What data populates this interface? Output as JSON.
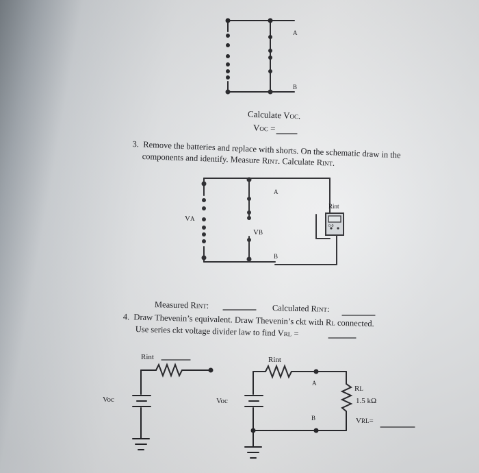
{
  "section2": {
    "node_a": "A",
    "node_b": "B",
    "calc_line": "Calculate V",
    "calc_sub": "OC",
    "calc_end": ".",
    "voc_label": "V",
    "voc_sub": "OC",
    "voc_eq": " ="
  },
  "section3": {
    "number": "3.",
    "line1": "Remove the batteries and replace with shorts.  On the schematic draw in the",
    "line2_a": "components and identify.  Measure R",
    "line2_sub1": "INT",
    "line2_b": ".  Calculate R",
    "line2_sub2": "INT",
    "line2_c": ".",
    "node_a": "A",
    "node_b": "B",
    "va_label": "V",
    "va_sub": "A",
    "vb_label": "V",
    "vb_sub": "B",
    "rint_label": "Rint",
    "meter_text": "0 0"
  },
  "section4": {
    "measured_a": "Measured R",
    "measured_sub": "INT",
    "measured_b": ":",
    "calculated_a": "Calculated R",
    "calculated_sub": "INT",
    "calculated_b": ":",
    "number": "4.",
    "line1_a": "Draw Thevenin’s equivalent.  Draw Thevenin’s ckt with R",
    "line1_sub": "L",
    "line1_b": " connected.",
    "line2_a": "Use series ckt voltage divider law to find V",
    "line2_sub": "RL",
    "line2_b": " =",
    "left_rint": "Rint",
    "left_voc": "Voc",
    "right_rint": "Rint",
    "right_voc": "Voc",
    "node_a": "A",
    "node_b": "B",
    "rl_label": "R",
    "rl_sub": "L",
    "rl_value": "1.5 kΩ",
    "vrl_label": "V",
    "vrl_sub": "RL",
    "vrl_eq": "="
  },
  "colors": {
    "ink": "#1e1e22",
    "paper_light": "#eeeff0",
    "paper_shadow": "#8f969d",
    "meter_screen": "#dfe3e6"
  }
}
